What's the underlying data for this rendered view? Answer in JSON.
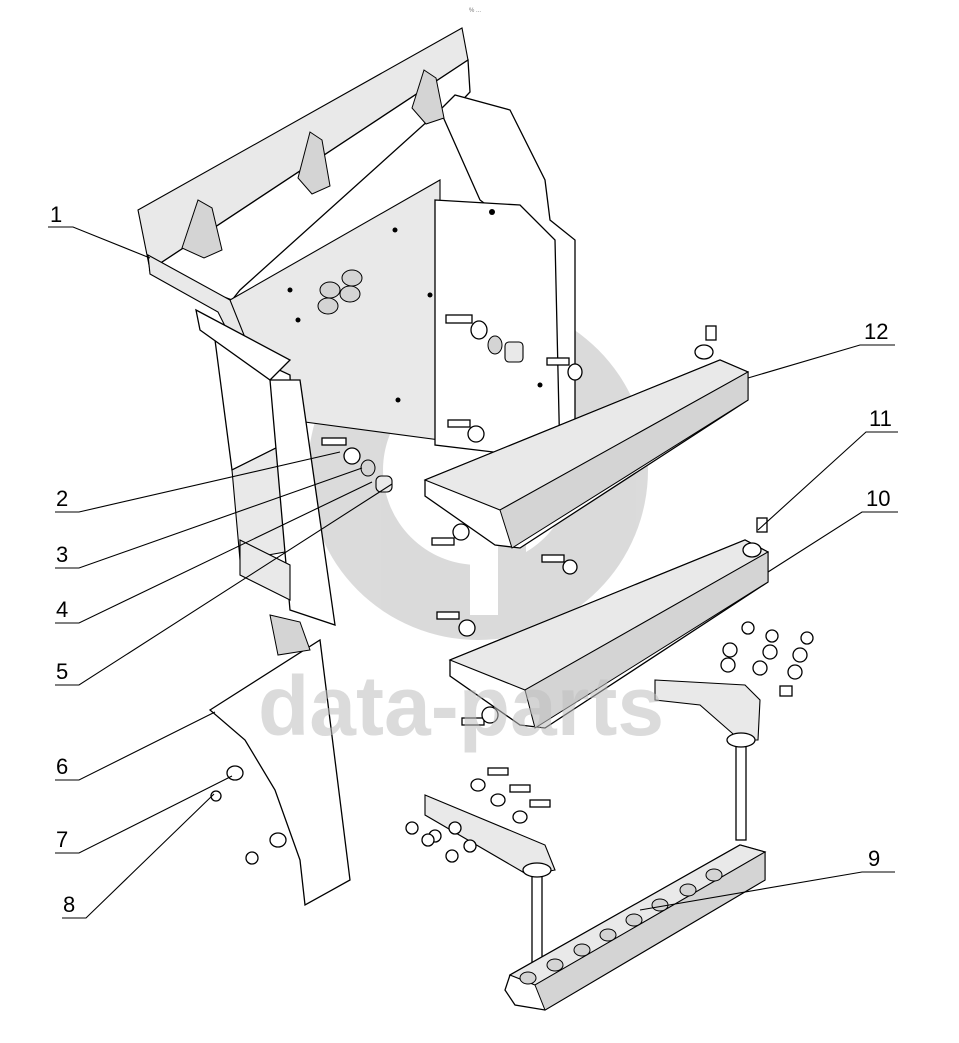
{
  "header": {
    "mark": "% ..."
  },
  "watermark": {
    "text": "data-parts",
    "logo_color": "#b9b9b9"
  },
  "callouts": [
    {
      "id": "c1",
      "label": "1"
    },
    {
      "id": "c2",
      "label": "2"
    },
    {
      "id": "c3",
      "label": "3"
    },
    {
      "id": "c4",
      "label": "4"
    },
    {
      "id": "c5",
      "label": "5"
    },
    {
      "id": "c6",
      "label": "6"
    },
    {
      "id": "c7",
      "label": "7"
    },
    {
      "id": "c8",
      "label": "8"
    },
    {
      "id": "c9",
      "label": "9"
    },
    {
      "id": "c10",
      "label": "10"
    },
    {
      "id": "c11",
      "label": "11"
    },
    {
      "id": "c12",
      "label": "12"
    }
  ]
}
